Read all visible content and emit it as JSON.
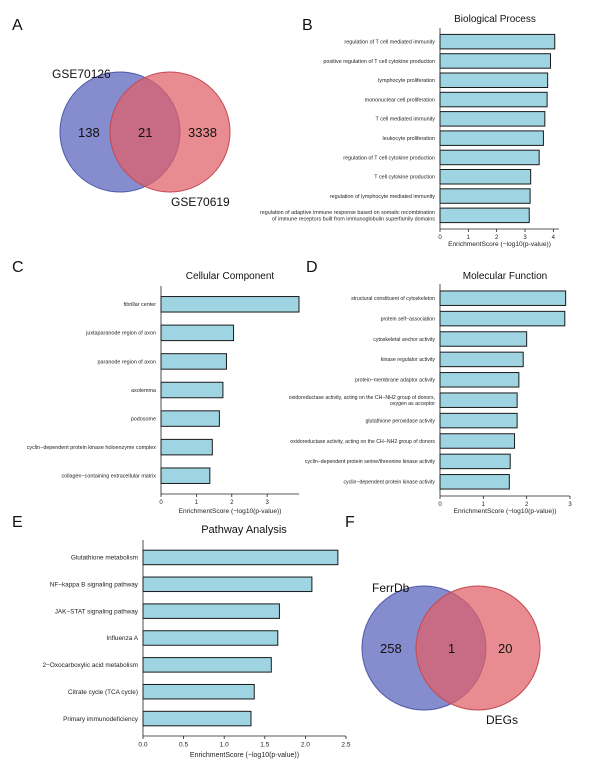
{
  "panels": {
    "A": "A",
    "B": "B",
    "C": "C",
    "D": "D",
    "E": "E",
    "F": "F"
  },
  "chart_data": [
    {
      "id": "A",
      "type": "venn",
      "sets": [
        "GSE70126",
        "GSE70619"
      ],
      "left_only": "138",
      "intersection": "21",
      "right_only": "3338",
      "colors": [
        "#6b74c4",
        "#e06067"
      ]
    },
    {
      "id": "B",
      "type": "bar",
      "orientation": "horizontal",
      "title": "Biological Process",
      "xlabel": "EnrichmentScore (−log10(p-value))",
      "xlim": [
        0,
        4.2
      ],
      "xticks": [
        "0",
        "1",
        "2",
        "3",
        "4"
      ],
      "categories": [
        "regulation of T cell mediated immunity",
        "positive regulation of T cell cytokine production",
        "lymphocyte proliferation",
        "mononuclear cell proliferation",
        "T cell mediated immunity",
        "leukocyte proliferation",
        "regulation of T cell cytokine production",
        "T cell cytokine production",
        "regulation of lymphocyte mediated immunity",
        "regulation of adaptive immune response based on somatic recombination of immune receptors built from immunoglobulin superfamily domains"
      ],
      "values": [
        4.05,
        3.9,
        3.8,
        3.78,
        3.7,
        3.65,
        3.5,
        3.2,
        3.18,
        3.15
      ]
    },
    {
      "id": "C",
      "type": "bar",
      "orientation": "horizontal",
      "title": "Cellular Component",
      "xlabel": "EnrichmentScore (−log10(p-value))",
      "xlim": [
        0,
        3.9
      ],
      "xticks": [
        "0",
        "1",
        "2",
        "3"
      ],
      "categories": [
        "fibrillar center",
        "juxtaparanode region of axon",
        "paranode region of axon",
        "axolemma",
        "podosome",
        "cyclin−dependent protein kinase holoenzyme complex",
        "collagen−containing extracellular matrix"
      ],
      "values": [
        3.9,
        2.05,
        1.85,
        1.75,
        1.65,
        1.45,
        1.38
      ]
    },
    {
      "id": "D",
      "type": "bar",
      "orientation": "horizontal",
      "title": "Molecular Function",
      "xlabel": "EnrichmentScore (−log10(p-value))",
      "xlim": [
        0,
        3.0
      ],
      "xticks": [
        "0",
        "1",
        "2",
        "3"
      ],
      "categories": [
        "structural constituent of cytoskeleton",
        "protein self−association",
        "cytoskeletal anchor activity",
        "kinase regulator activity",
        "protein−membrane adaptor activity",
        "oxidoreductase activity, acting on the CH−NH2 group of donors, oxygen as acceptor",
        "glutathione peroxidase activity",
        "oxidoreductase activity, acting on the CH−NH2 group of donors",
        "cyclin−dependent protein serine/threonine kinase activity",
        "cyclin−dependent protein kinase activity"
      ],
      "values": [
        2.9,
        2.88,
        2.0,
        1.92,
        1.82,
        1.78,
        1.78,
        1.72,
        1.62,
        1.6
      ]
    },
    {
      "id": "E",
      "type": "bar",
      "orientation": "horizontal",
      "title": "Pathway Analysis",
      "xlabel": "EnrichmentScore (−log10(p-value))",
      "xlim": [
        0,
        2.5
      ],
      "xticks": [
        "0.0",
        "0.5",
        "1.0",
        "1.5",
        "2.0",
        "2.5"
      ],
      "categories": [
        "Glutathione metabolism",
        "NF−kappa B signaling pathway",
        "JAK−STAT signaling pathway",
        "Influenza A",
        "2−Oxocarboxylic acid metabolism",
        "Citrate cycle (TCA cycle)",
        "Primary immunodeficiency"
      ],
      "values": [
        2.4,
        2.08,
        1.68,
        1.66,
        1.58,
        1.37,
        1.33
      ]
    },
    {
      "id": "F",
      "type": "venn",
      "sets": [
        "FerrDb",
        "DEGs"
      ],
      "left_only": "258",
      "intersection": "1",
      "right_only": "20",
      "colors": [
        "#6b74c4",
        "#e06067"
      ]
    }
  ]
}
